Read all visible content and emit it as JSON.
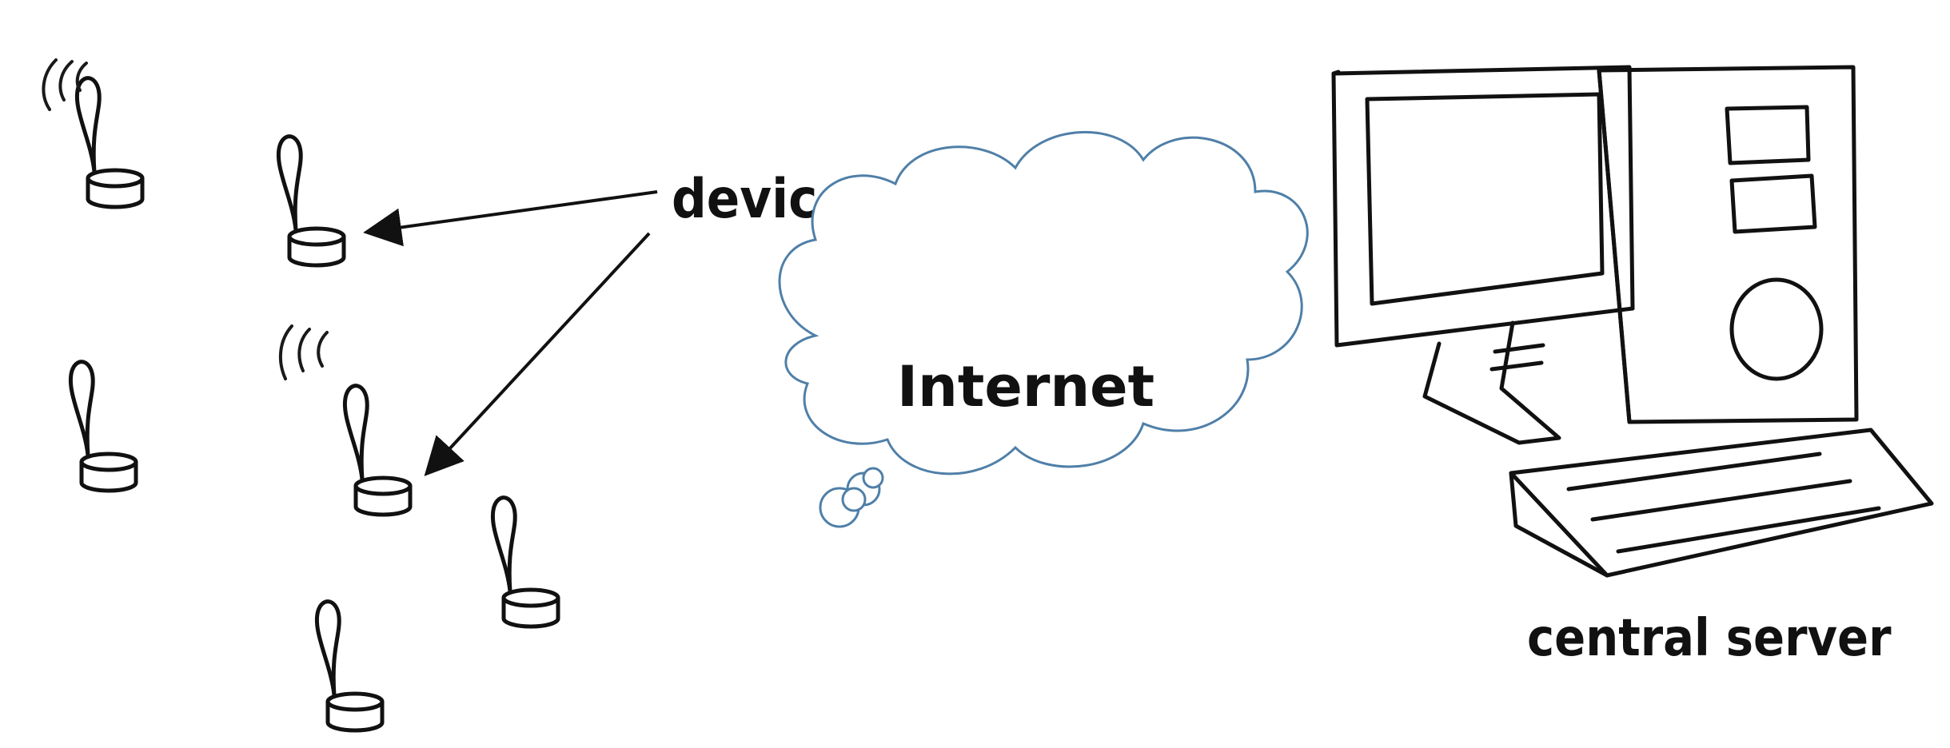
{
  "labels": {
    "devices": "devices",
    "internet": "Internet",
    "server": "central server"
  },
  "colors": {
    "ink": "#111111",
    "cloud_stroke": "#4f7fa8",
    "background": "#ffffff"
  },
  "icons": [
    "wireless-sensor-device-icon",
    "wifi-signal-icon",
    "cloud-icon",
    "desktop-computer-icon",
    "arrow-icon"
  ]
}
